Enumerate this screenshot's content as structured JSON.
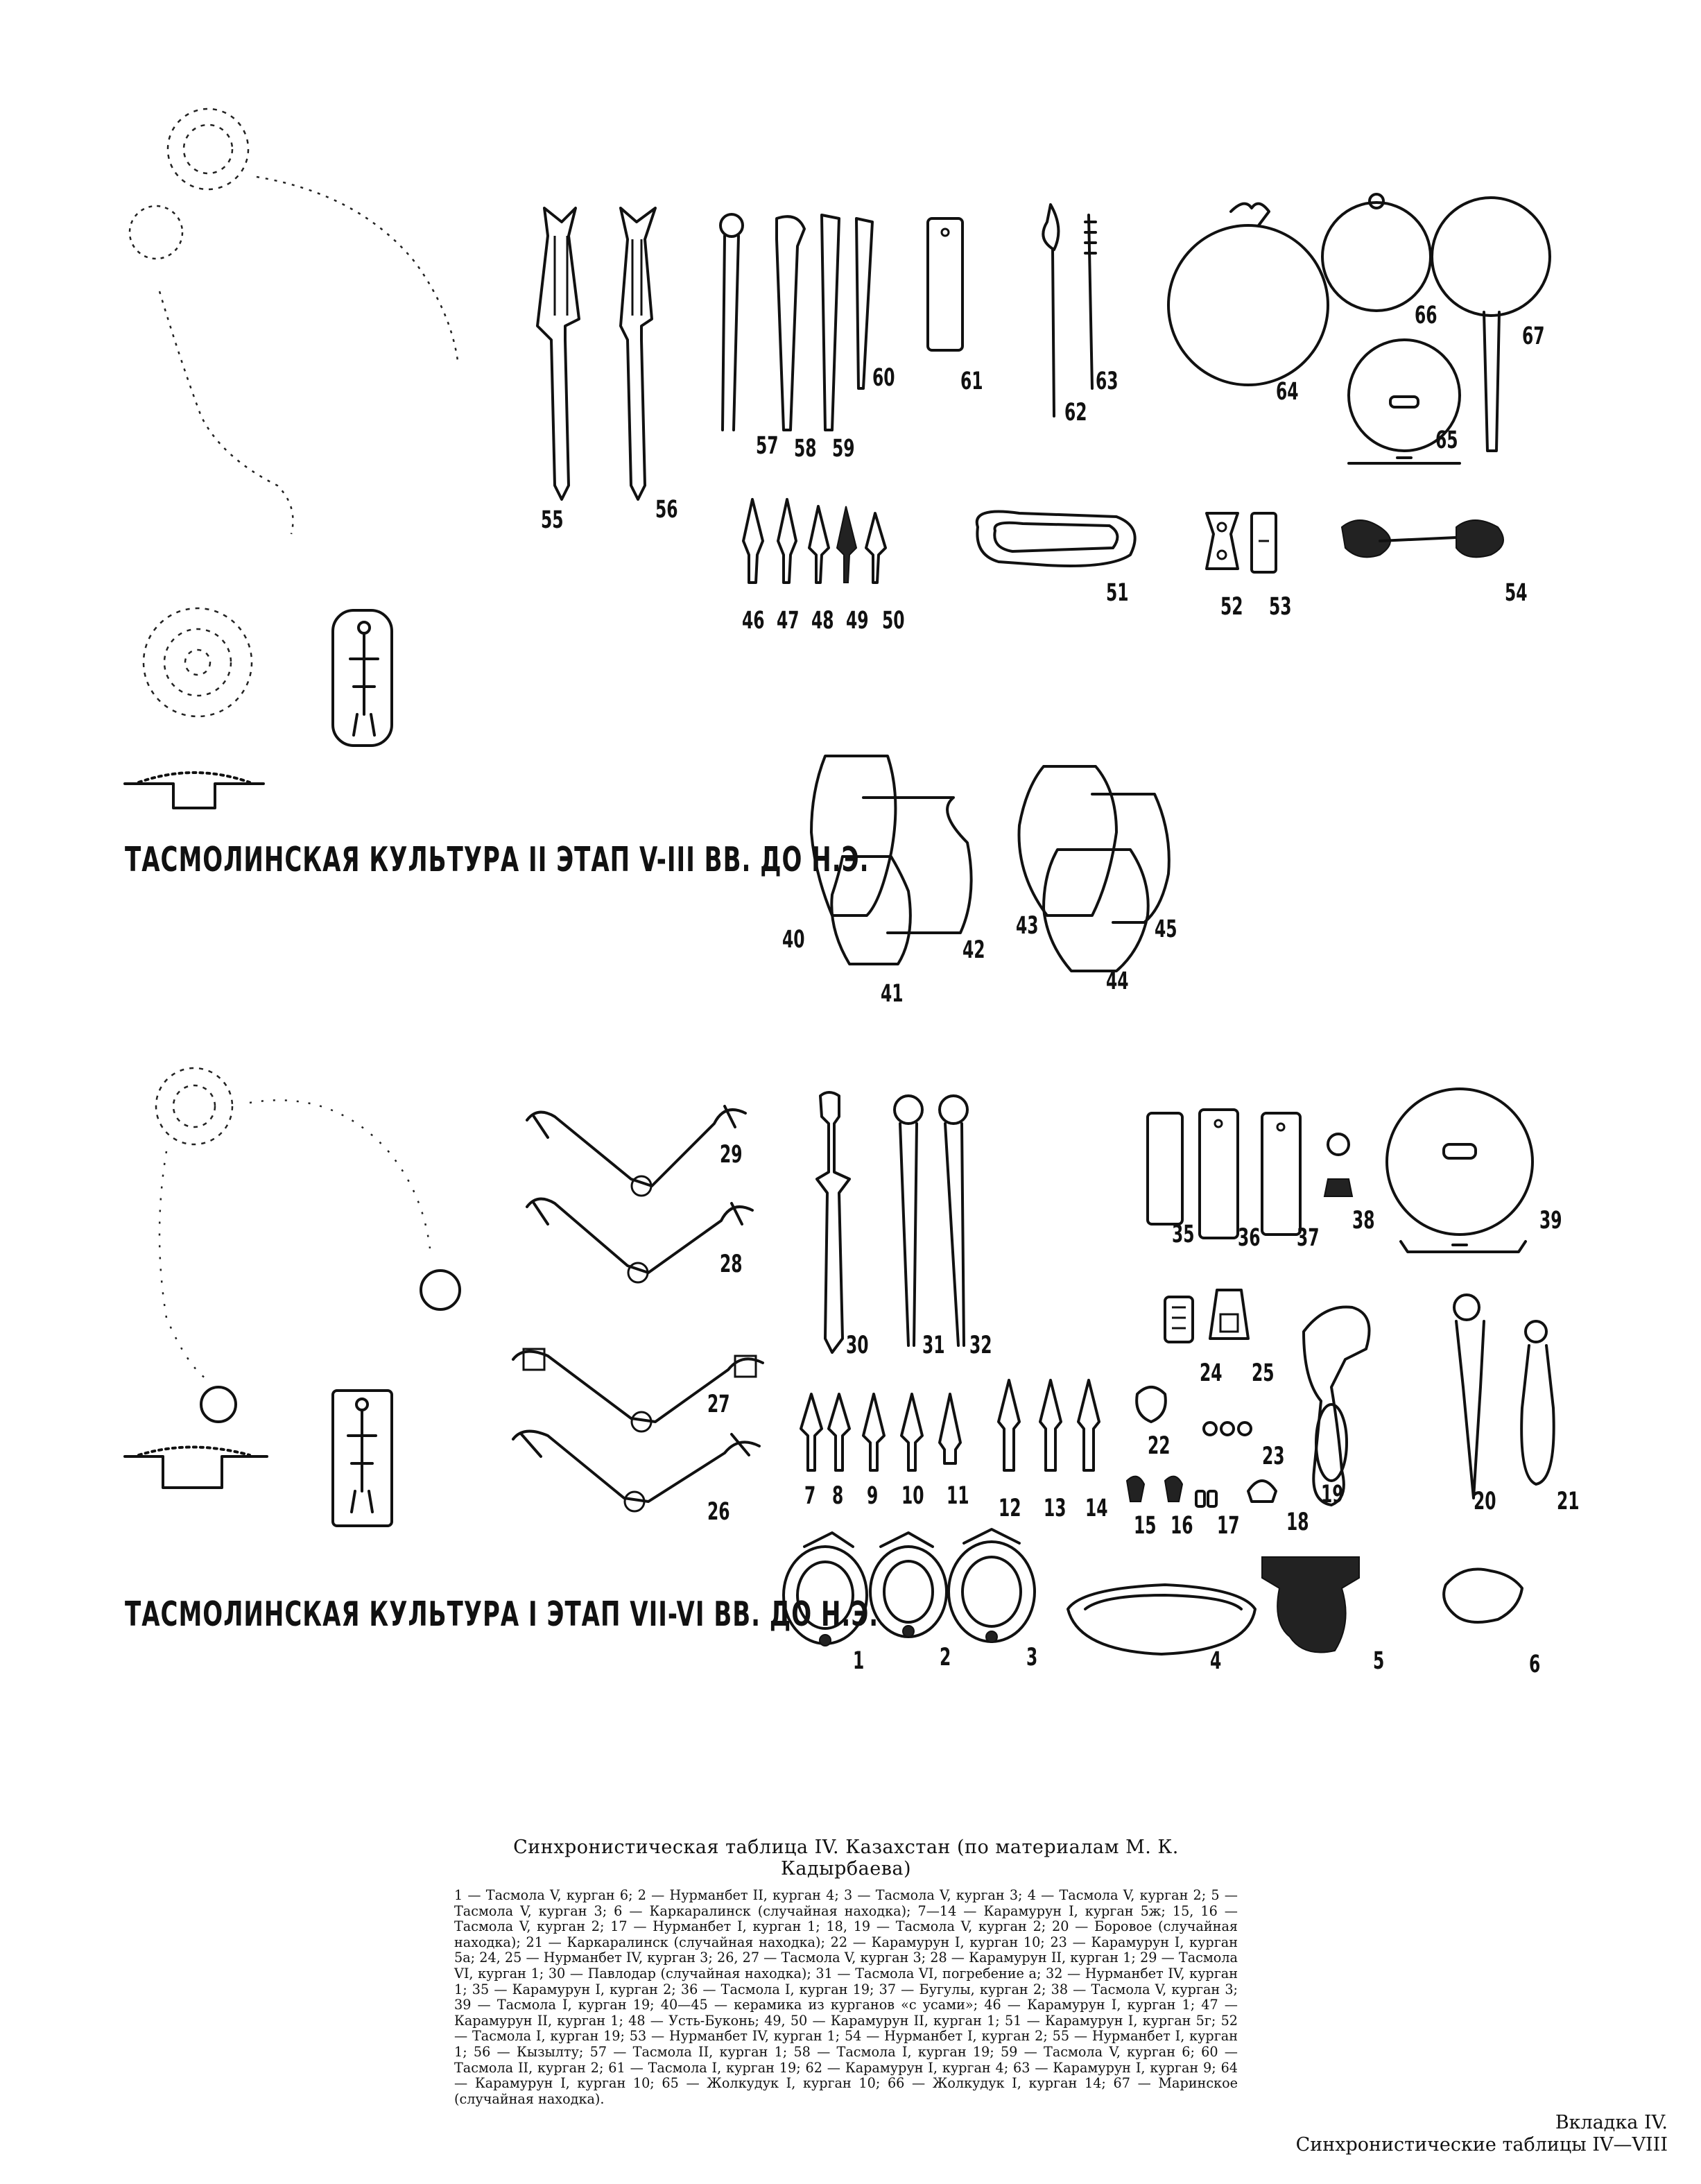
{
  "stages": [
    {
      "id": "stage2",
      "label": "ТАСМОЛИНСКАЯ КУЛЬТУРА   II ЭТАП   V-III ВВ. ДО Н.Э."
    },
    {
      "id": "stage1",
      "label": "ТАСМОЛИНСКАЯ КУЛЬТУРА   I ЭТАП   VII-VI ВВ. ДО Н.Э."
    }
  ],
  "figure_numbers": {
    "n1": "1",
    "n2": "2",
    "n3": "3",
    "n4": "4",
    "n5": "5",
    "n6": "6",
    "n7": "7",
    "n8": "8",
    "n9": "9",
    "n10": "10",
    "n11": "11",
    "n12": "12",
    "n13": "13",
    "n14": "14",
    "n15": "15",
    "n16": "16",
    "n17": "17",
    "n18": "18",
    "n19": "19",
    "n20": "20",
    "n21": "21",
    "n22": "22",
    "n23": "23",
    "n24": "24",
    "n25": "25",
    "n26": "26",
    "n27": "27",
    "n28": "28",
    "n29": "29",
    "n30": "30",
    "n31": "31",
    "n32": "32",
    "n35": "35",
    "n36": "36",
    "n37": "37",
    "n38": "38",
    "n39": "39",
    "n40": "40",
    "n41": "41",
    "n42": "42",
    "n43": "43",
    "n44": "44",
    "n45": "45",
    "n46": "46",
    "n47": "47",
    "n48": "48",
    "n49": "49",
    "n50": "50",
    "n51": "51",
    "n52": "52",
    "n53": "53",
    "n54": "54",
    "n55": "55",
    "n56": "56",
    "n57": "57",
    "n58": "58",
    "n59": "59",
    "n60": "60",
    "n61": "61",
    "n62": "62",
    "n63": "63",
    "n64": "64",
    "n65": "65",
    "n66": "66",
    "n67": "67"
  },
  "caption": {
    "title": "Синхронистическая таблица IV. Казахстан (по материалам М. К. Кадырбаева)",
    "body": "1 — Тасмола V, курган 6; 2 — Нурманбет II, курган 4; 3 — Тасмола V, курган 3; 4 — Тасмола V, курган 2; 5 — Тасмола V, курган 3; 6 — Каркаралинск (случайная находка); 7—14 — Карамурун I, курган 5ж; 15, 16 — Тасмола V, курган 2; 17 — Нурманбет I, курган 1; 18, 19 — Тасмола V, курган 2; 20 — Боровое (случайная находка); 21 — Каркаралинск (случайная находка); 22 — Карамурун I, курган 10; 23 — Карамурун I, курган 5а; 24, 25 — Нурманбет IV, курган 3; 26, 27 — Тасмола V, курган 3; 28 — Карамурун II, курган 1; 29 — Тасмола VI, курган 1; 30 — Павлодар (случайная находка); 31 — Тасмола VI, погребение а; 32 — Нурманбет IV, курган 1; 35 — Карамурун I, курган 2; 36 — Тасмола I, курган 19; 37 — Бугулы, курган 2; 38 — Тасмола V, курган 3; 39 — Тасмола I, курган 19; 40—45 — керамика из курганов «с усами»; 46 — Карамурун I, курган 1; 47 — Карамурун II, курган 1; 48 — Усть-Буконь; 49, 50 — Карамурун II, курган 1; 51 — Карамурун I, курган 5г; 52 — Тасмола I, курган 19; 53 — Нурманбет IV, курган 1; 54 — Нурманбет I, курган 2; 55 — Нурманбет I, курган 1; 56 — Кызылту; 57 — Тасмола II, курган 1; 58 — Тасмола I, курган 19; 59 — Тасмола V, курган 6; 60 — Тасмола II, курган 2; 61 — Тасмола I, курган 19; 62 — Карамурун I, курган 4; 63 — Карамурун I, курган 9; 64 — Карамурун I, курган 10; 65 — Жолкудук I, курган 10; 66 — Жолкудук I, курган 14; 67 — Маринское (случайная находка)."
  },
  "insert": {
    "line1": "Вкладка IV.",
    "line2": "Синхронистические таблицы IV—VIII"
  }
}
